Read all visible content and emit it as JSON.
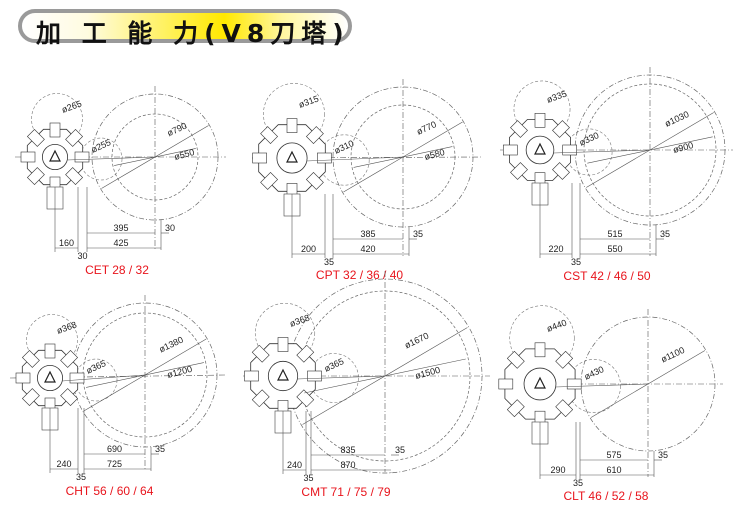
{
  "page_title": "加 工 能 力(V8刀塔)",
  "accent_color": "#e8141c",
  "panels": [
    {
      "model": "CET 28 / 32",
      "tool_dia_top": "ø265",
      "tool_dia_side": "ø255",
      "outer_dia": "ø790",
      "inner_dia": "ø550",
      "dim_row1": "395",
      "dim_row1_extra": "30",
      "dim_left": "160",
      "dim_row2": "425",
      "dim_gap": "30"
    },
    {
      "model": "CPT 32 / 36 / 40",
      "tool_dia_top": "ø315",
      "tool_dia_side": "ø310",
      "outer_dia": "ø770",
      "inner_dia": "ø580",
      "dim_row1": "385",
      "dim_row1_extra": "35",
      "dim_left": "200",
      "dim_row2": "420",
      "dim_gap": "35"
    },
    {
      "model": "CST 42 / 46 / 50",
      "tool_dia_top": "ø335",
      "tool_dia_side": "ø330",
      "outer_dia": "ø1030",
      "inner_dia": "ø900",
      "dim_row1": "515",
      "dim_row1_extra": "35",
      "dim_left": "220",
      "dim_row2": "550",
      "dim_gap": "35"
    },
    {
      "model": "CHT 56 / 60 / 64",
      "tool_dia_top": "ø368",
      "tool_dia_side": "ø365",
      "outer_dia": "ø1380",
      "inner_dia": "ø1200",
      "dim_row1": "690",
      "dim_row1_extra": "35",
      "dim_left": "240",
      "dim_row2": "725",
      "dim_gap": "35"
    },
    {
      "model": "CMT 71 / 75 / 79",
      "tool_dia_top": "ø368",
      "tool_dia_side": "ø365",
      "outer_dia": "ø1670",
      "inner_dia": "ø1500",
      "dim_row1": "835",
      "dim_row1_extra": "35",
      "dim_left": "240",
      "dim_row2": "870",
      "dim_gap": "35"
    },
    {
      "model": "CLT 46 / 52 / 58",
      "tool_dia_top": "ø440",
      "tool_dia_side": "ø430",
      "outer_dia": "ø1100",
      "inner_dia": null,
      "dim_row1": "575",
      "dim_row1_extra": "35",
      "dim_left": "290",
      "dim_row2": "610",
      "dim_gap": "35"
    }
  ]
}
